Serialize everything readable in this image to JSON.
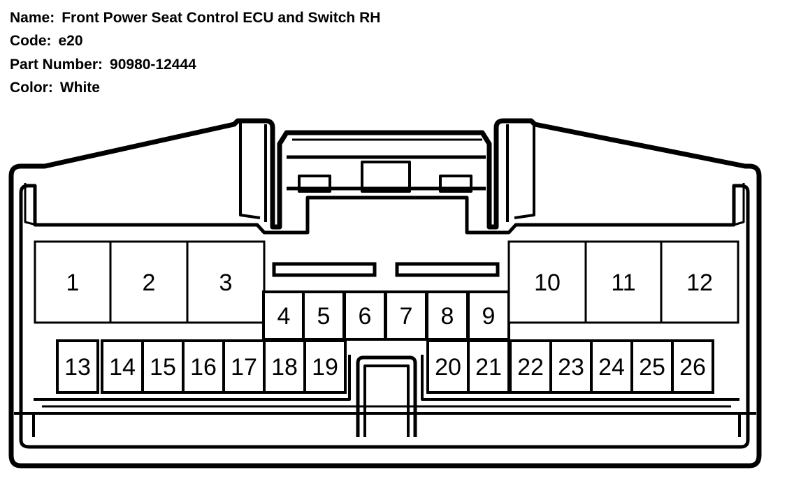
{
  "header": {
    "name_label": "Name:",
    "name_value": "Front Power Seat Control ECU and Switch RH",
    "code_label": "Code:",
    "code_value": "e20",
    "part_label": "Part Number:",
    "part_value": "90980-12444",
    "color_label": "Color:",
    "color_value": "White"
  },
  "pins": [
    "1",
    "2",
    "3",
    "4",
    "5",
    "6",
    "7",
    "8",
    "9",
    "10",
    "11",
    "12",
    "13",
    "14",
    "15",
    "16",
    "17",
    "18",
    "19",
    "20",
    "21",
    "22",
    "23",
    "24",
    "25",
    "26"
  ]
}
